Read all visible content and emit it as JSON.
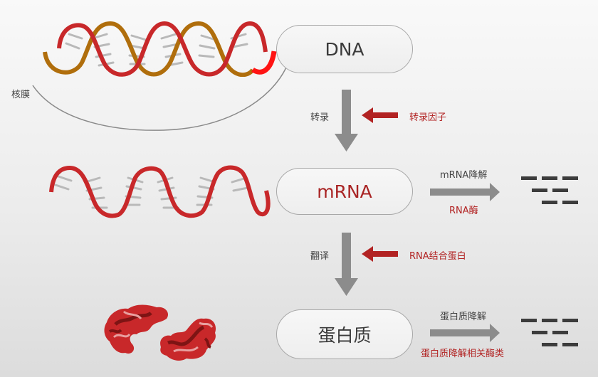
{
  "colors": {
    "accent_red": "#b22323",
    "arrow_gray": "#8c8c8c",
    "fragment_dark": "#3c3c3c",
    "strand_red": "#c8282a",
    "strand_gold": "#b06e0c"
  },
  "nucleus": {
    "label": "核膜"
  },
  "nodes": {
    "dna": "DNA",
    "mrna": "mRNA",
    "protein": "蛋白质"
  },
  "steps": {
    "transcription": {
      "label": "转录",
      "regulator": "转录因子"
    },
    "translation": {
      "label": "翻译",
      "regulator": "RNA结合蛋白"
    }
  },
  "degradation": {
    "mrna": {
      "label": "mRNA降解",
      "enzyme": "RNA酶"
    },
    "protein": {
      "label": "蛋白质降解",
      "enzyme": "蛋白质降解相关酶类"
    }
  },
  "icons": {
    "dna": "dna-double-helix-icon",
    "mrna": "mrna-single-strand-icon",
    "protein": "folded-protein-icon",
    "fragments": "degraded-fragments-icon"
  }
}
